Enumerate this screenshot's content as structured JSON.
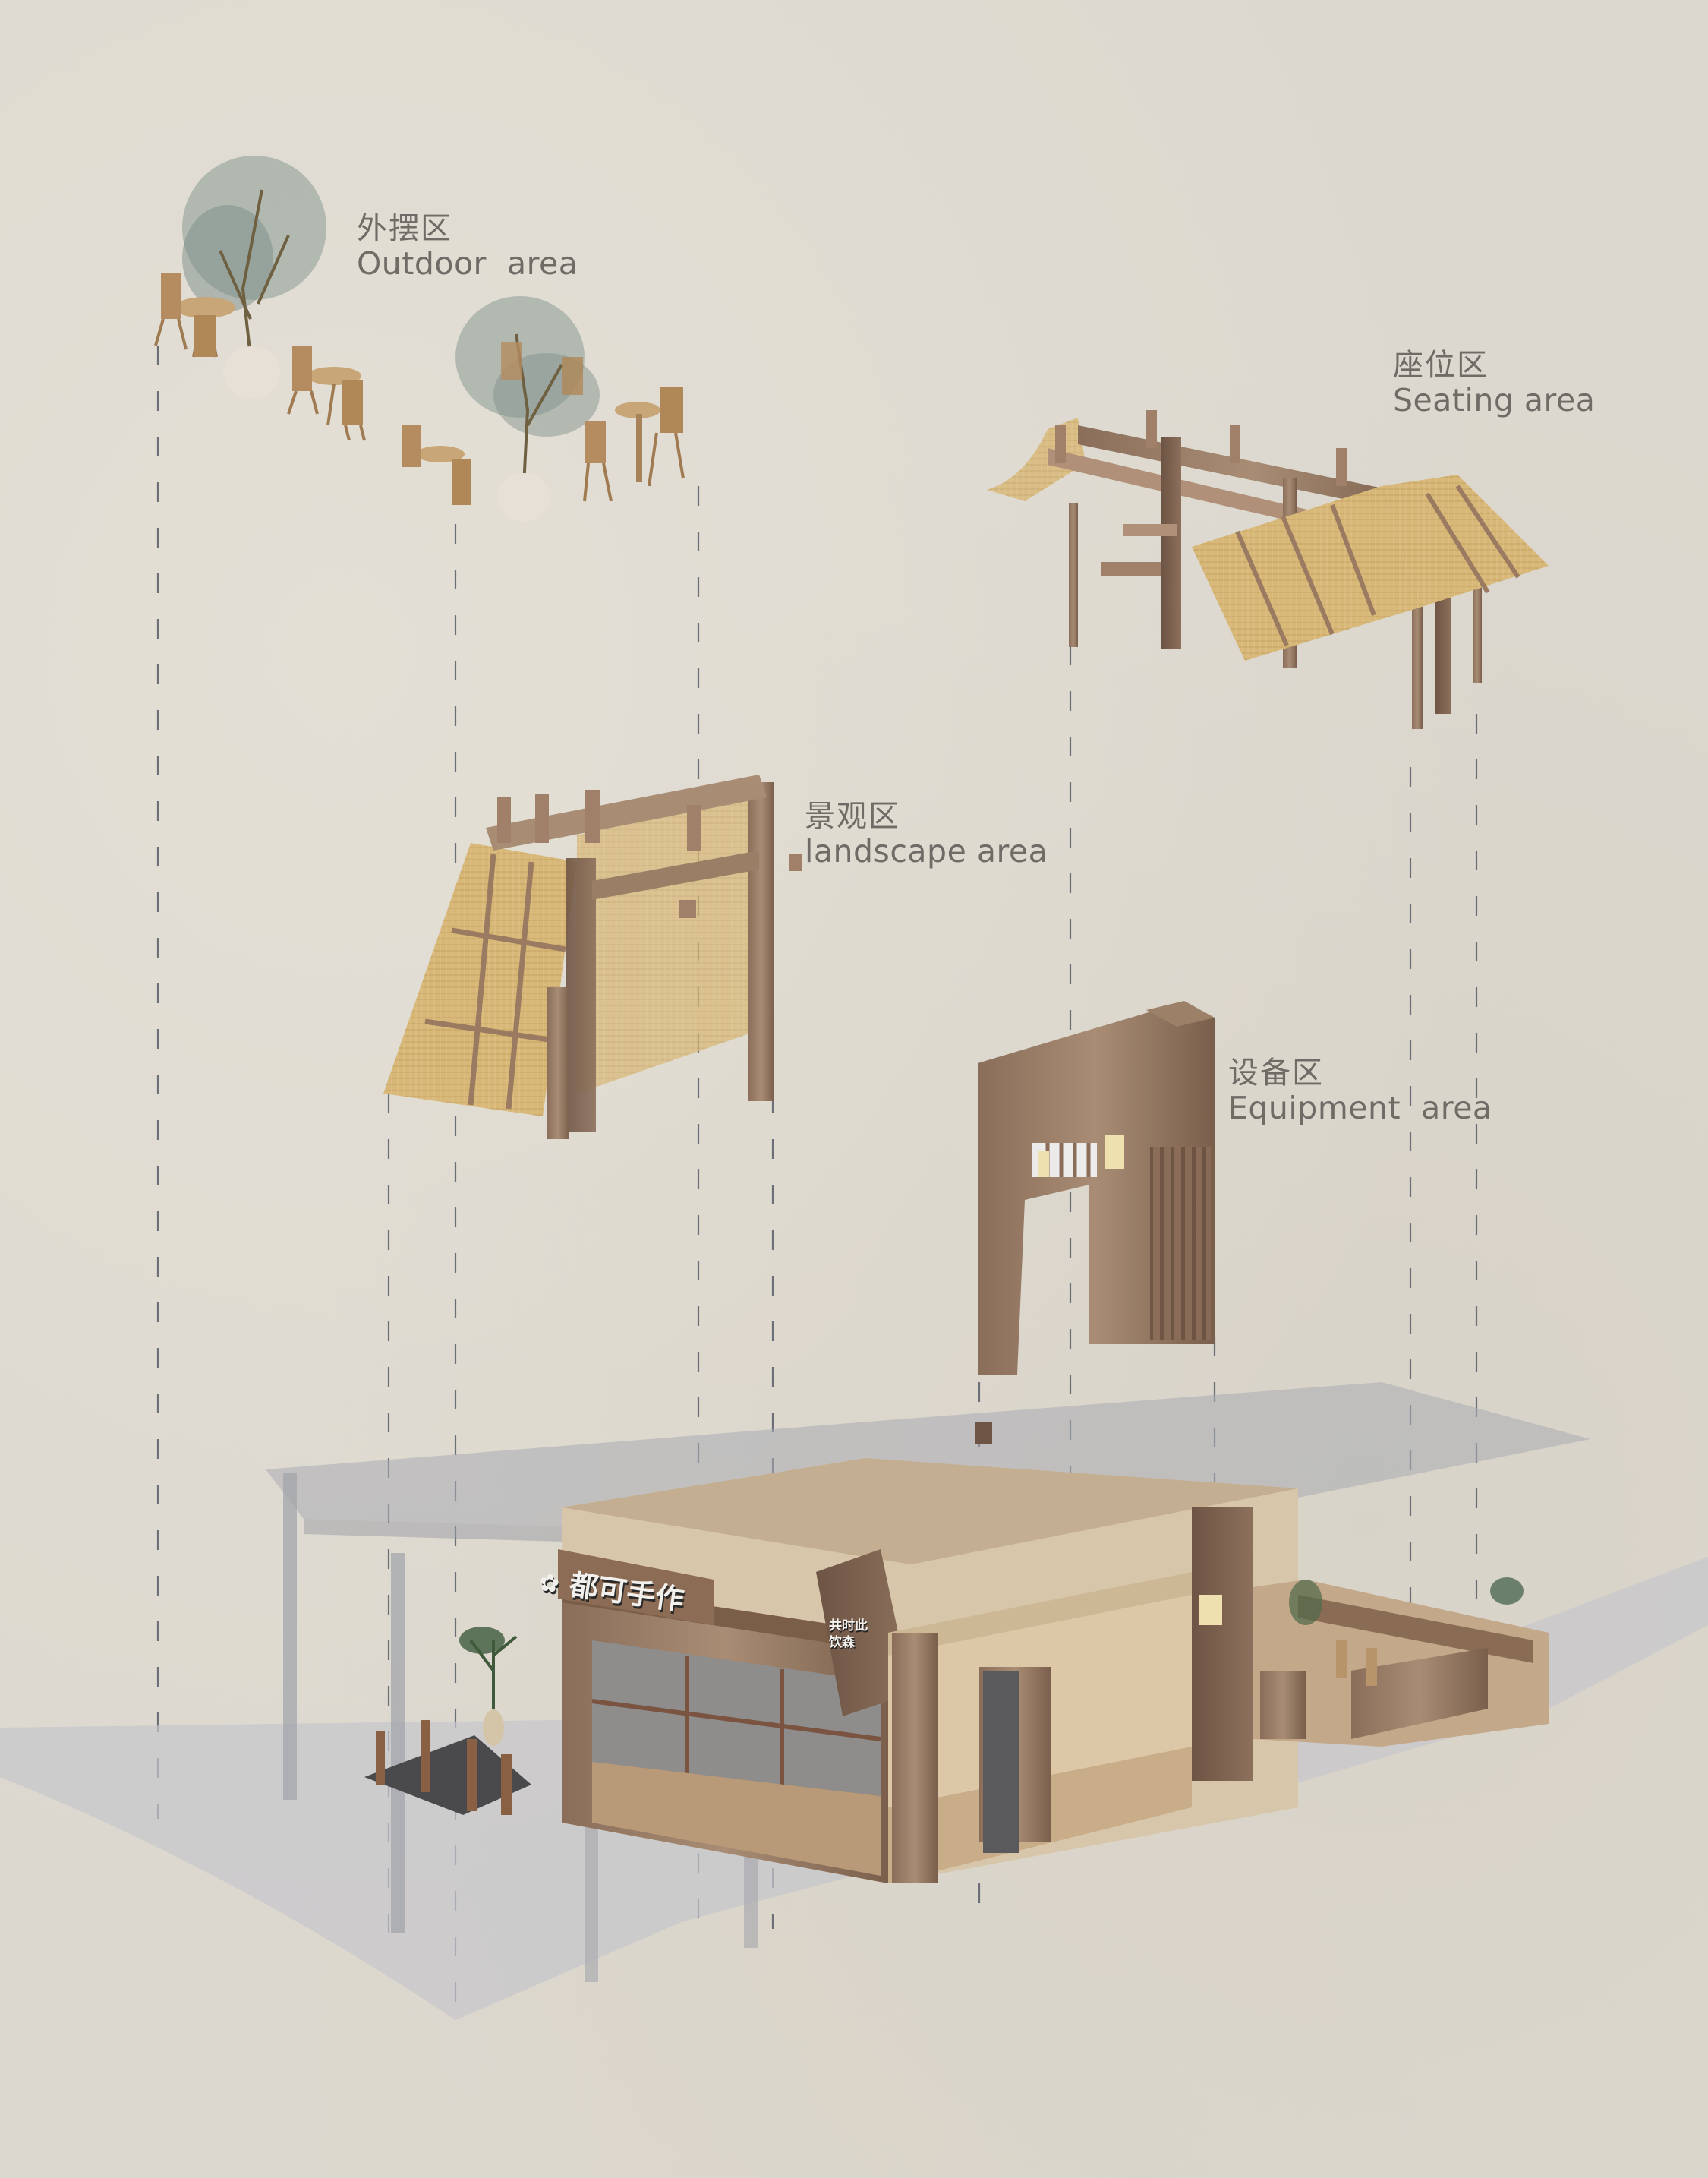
{
  "diagram": {
    "type": "exploded-axonometric",
    "background_color": "#dcd8cf",
    "label_color": "#6f6c67",
    "dash_color": "#6b7078",
    "components": [
      {
        "id": "outdoor",
        "label_zh": "外摆区",
        "label_en": "Outdoor  area",
        "content": "teak folding chairs, round bistro tables, potted olive trees"
      },
      {
        "id": "seating",
        "label_zh": "座位区",
        "label_en": "Seating area",
        "content": "timber frame with woven rattan roof panels"
      },
      {
        "id": "landscape",
        "label_zh": "景观区",
        "label_en": "landscape area",
        "content": "timber pergola with woven rattan screens"
      },
      {
        "id": "equipment",
        "label_zh": "设备区",
        "label_en": "Equipment  area",
        "content": "wood-clad portal wall with lit window and slatted panel"
      }
    ],
    "base": {
      "content": "shop building with translucent canopy over ground plane",
      "signage": {
        "main_sign": "都可手作",
        "side_sign": "共时此 饮森"
      }
    }
  }
}
